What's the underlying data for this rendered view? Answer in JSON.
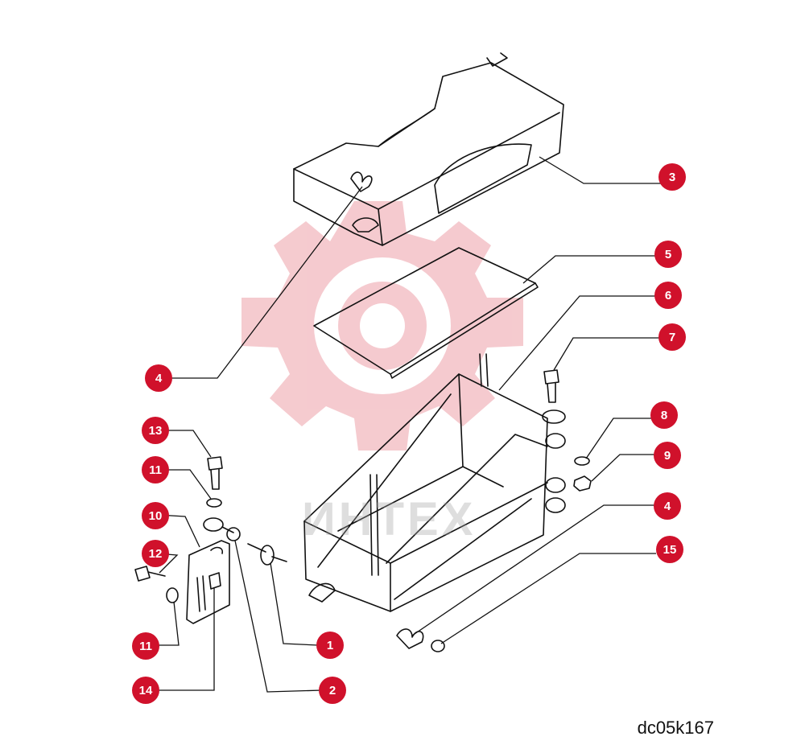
{
  "drawing_code": "dc05k167",
  "watermark_text": "ИНТЕХ",
  "watermark_color": "#f2b9bf",
  "callout_color": "#d0112b",
  "callouts": [
    "3",
    "5",
    "6",
    "7",
    "8",
    "9",
    "4",
    "15",
    "4",
    "13",
    "11",
    "10",
    "12",
    "11",
    "14",
    "1",
    "2"
  ]
}
